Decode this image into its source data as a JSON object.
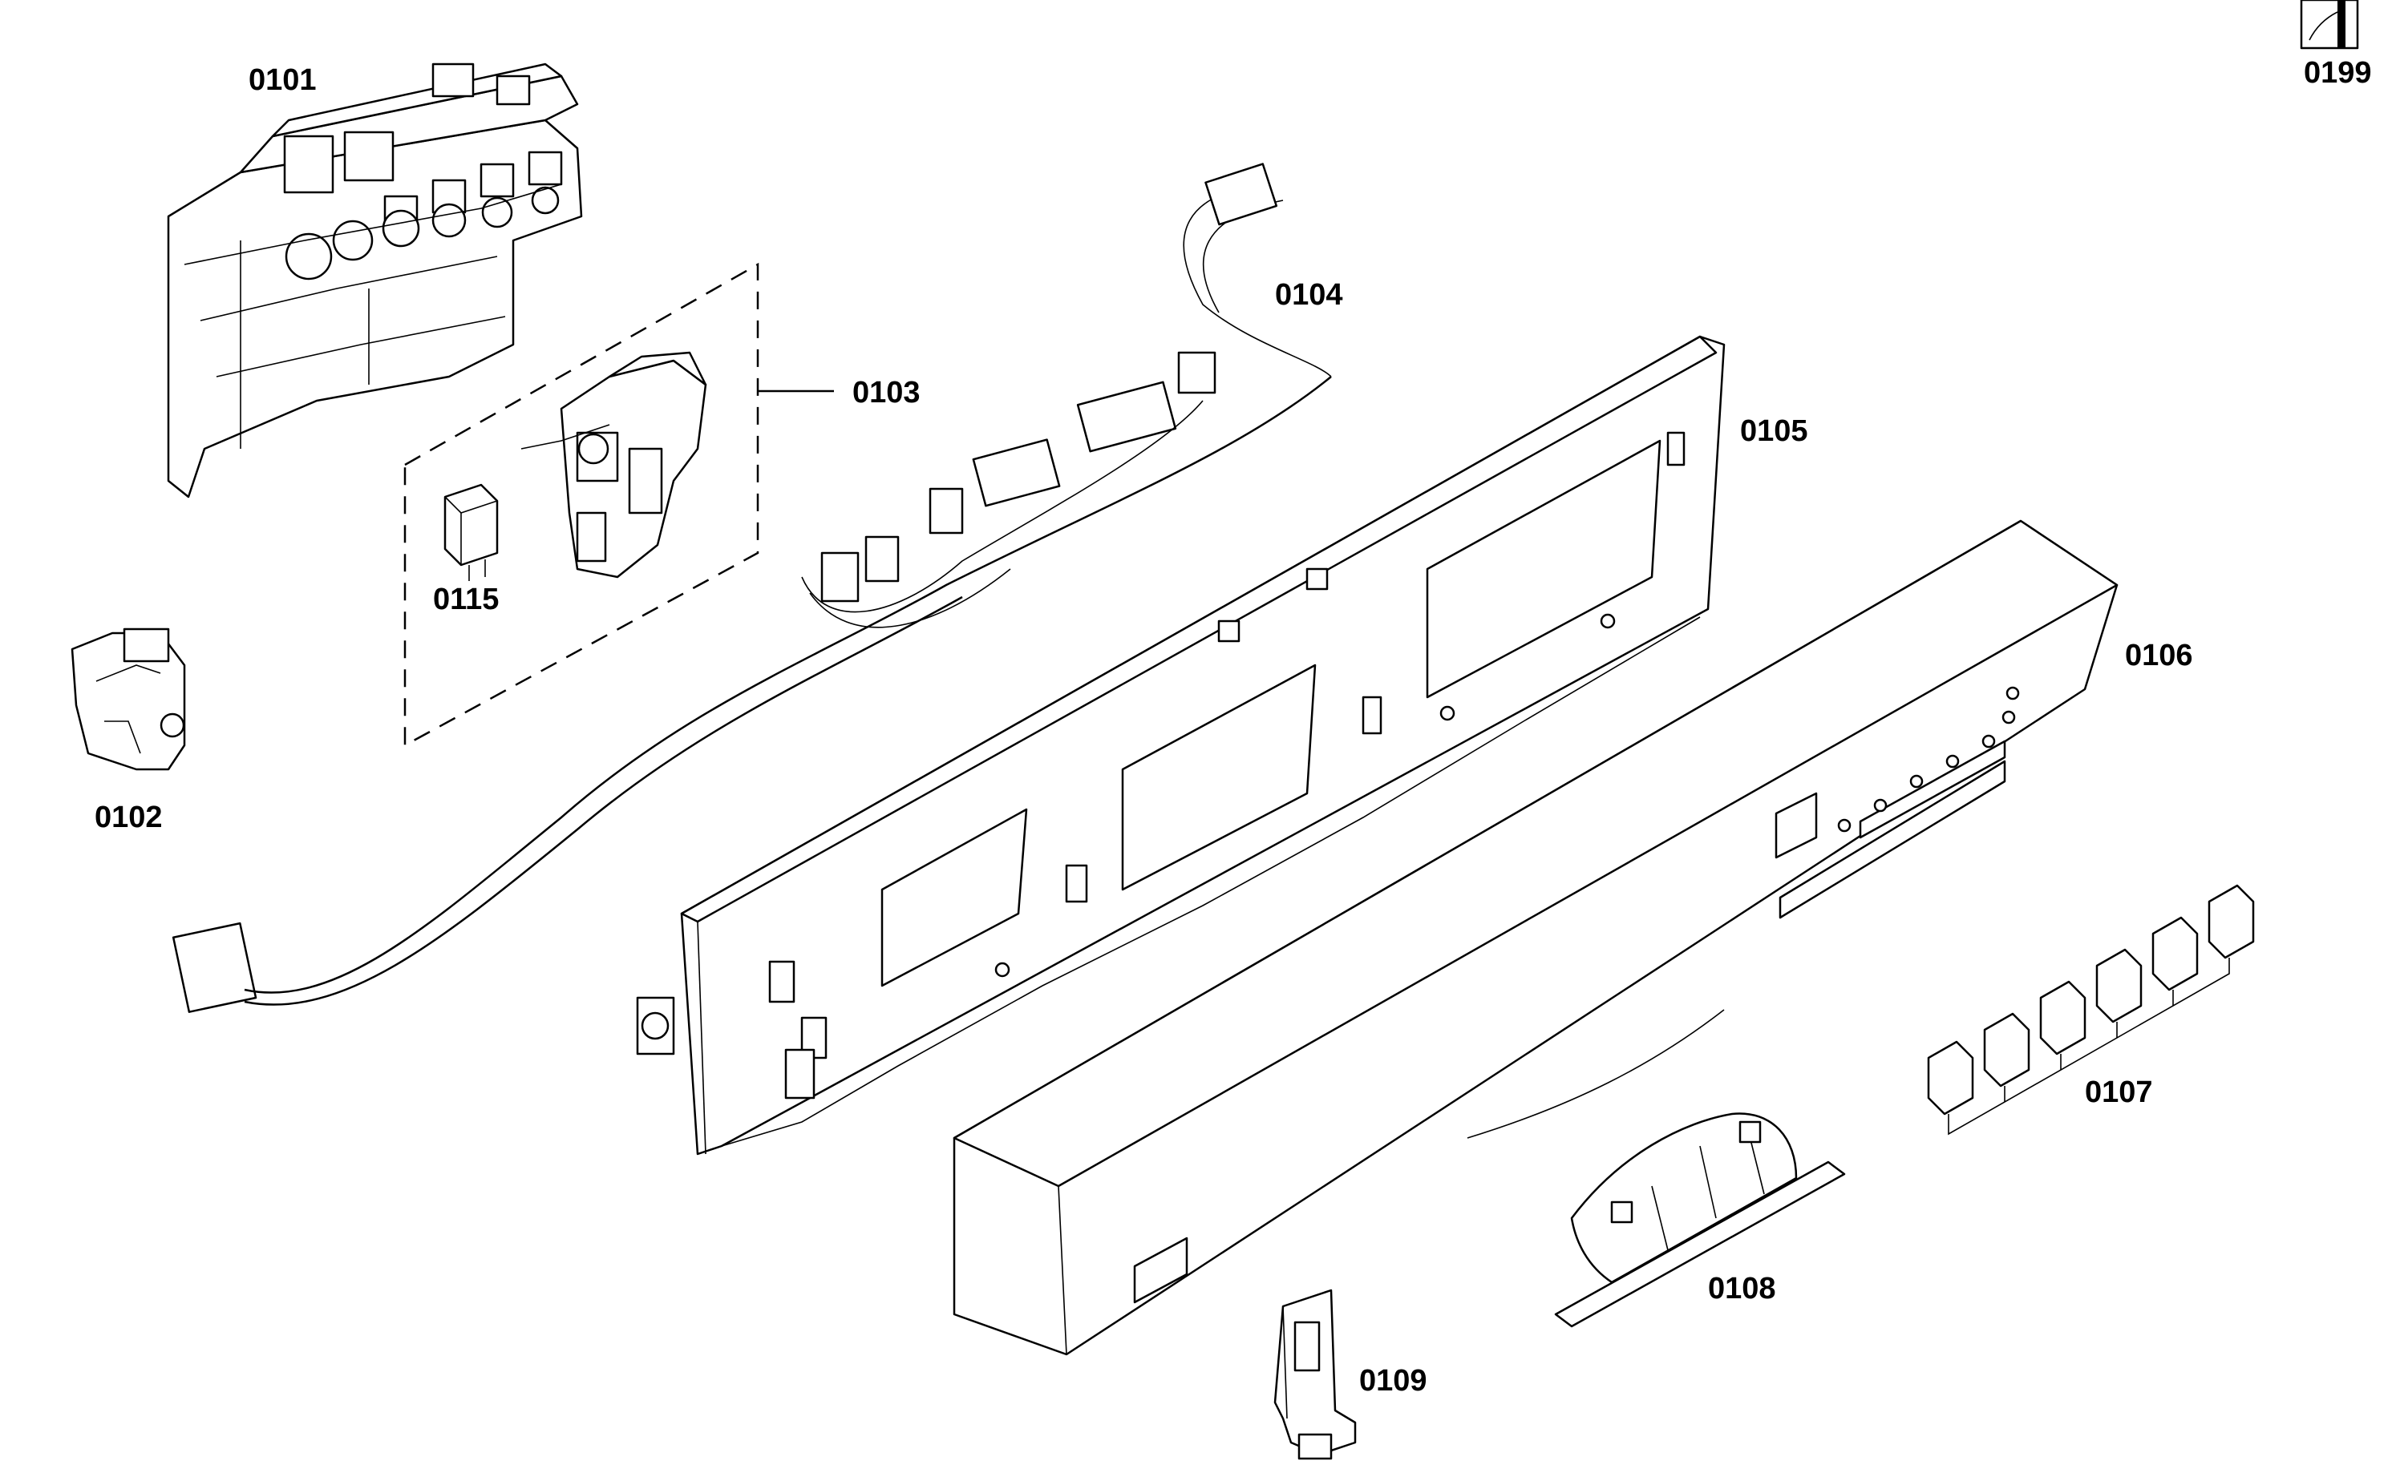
{
  "parts": [
    {
      "id": "control-module",
      "label": "0101"
    },
    {
      "id": "door-switch",
      "label": "0102"
    },
    {
      "id": "switch-kit",
      "label": "0103"
    },
    {
      "id": "wire-harness",
      "label": "0104"
    },
    {
      "id": "panel-frame",
      "label": "0105"
    },
    {
      "id": "fascia-panel",
      "label": "0106"
    },
    {
      "id": "button-set",
      "label": "0107"
    },
    {
      "id": "door-handle",
      "label": "0108"
    },
    {
      "id": "latch-bracket",
      "label": "0109"
    },
    {
      "id": "suppressor",
      "label": "0115"
    },
    {
      "id": "doc-icon",
      "label": "0199"
    }
  ]
}
